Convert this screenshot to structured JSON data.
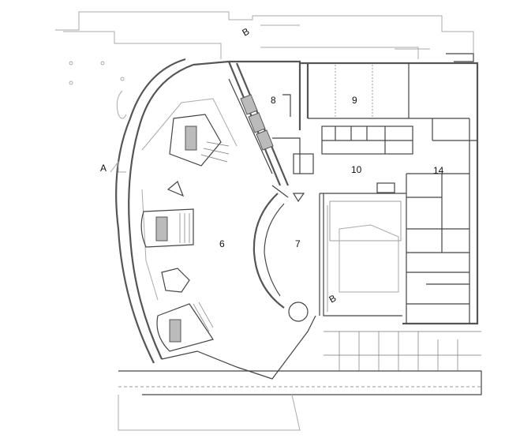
{
  "plan": {
    "section_marks": {
      "a": "A",
      "b_top": "B",
      "b_bottom": "B"
    },
    "rooms": {
      "r6": "6",
      "r7": "7",
      "r8": "8",
      "r9": "9",
      "r10": "10",
      "r14": "14"
    }
  }
}
